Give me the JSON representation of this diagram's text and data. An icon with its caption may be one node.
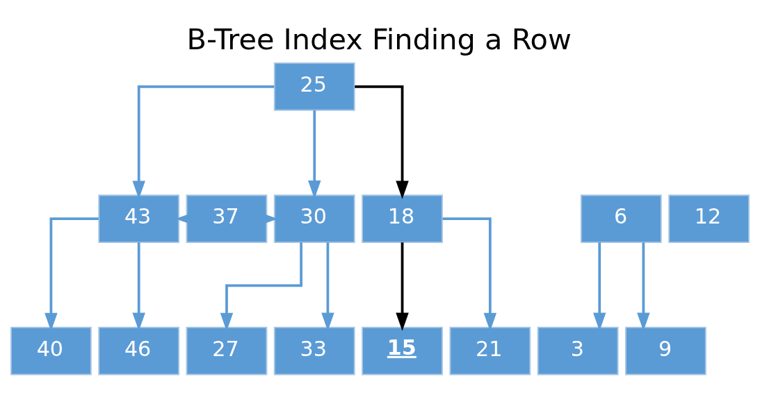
{
  "diagram": {
    "title": "B-Tree Index Finding a Row",
    "nodes": [
      {
        "text": [
          "25"
        ]
      },
      {
        "text": [
          "6"
        ]
      },
      {
        "text": [
          "12"
        ]
      },
      {
        "text": [
          "18"
        ]
      },
      {
        "text": [
          "30"
        ]
      },
      {
        "text": [
          "37"
        ]
      },
      {
        "text": [
          "43"
        ]
      },
      {
        "text": [
          "3"
        ]
      },
      {
        "text": [
          "9"
        ]
      },
      {
        "text": [
          "15"
        ]
      },
      {
        "text": [
          "21"
        ]
      },
      {
        "text": [
          "27"
        ]
      },
      {
        "text": [
          "33"
        ]
      },
      {
        "text": [
          "40"
        ]
      },
      {
        "text": [
          "46"
        ]
      }
    ],
    "edges": [
      {
        "from": 0,
        "to": 3,
        "arrow": "to",
        "color": "#000000"
      },
      {
        "from": 0,
        "to": 4,
        "arrow": "to"
      },
      {
        "from": 0,
        "to": 6,
        "arrow": "to"
      },
      {
        "from": 5,
        "to": 4,
        "arrow": "to"
      },
      {
        "from": 5,
        "to": 6,
        "arrow": "to"
      },
      {
        "from": 1,
        "to": 7,
        "arrow": "to"
      },
      {
        "from": 1,
        "to": 8,
        "arrow": "to"
      },
      {
        "from": 3,
        "to": 9,
        "arrow": "to",
        "color": "#000000"
      },
      {
        "from": 3,
        "to": 10,
        "arrow": "to"
      },
      {
        "from": 4,
        "to": 11,
        "arrow": "to"
      },
      {
        "from": 4,
        "to": 12,
        "arrow": "to"
      },
      {
        "from": 6,
        "to": 13,
        "arrow": "to"
      },
      {
        "from": 6,
        "to": 14,
        "arrow": "to"
      }
    ]
  }
}
